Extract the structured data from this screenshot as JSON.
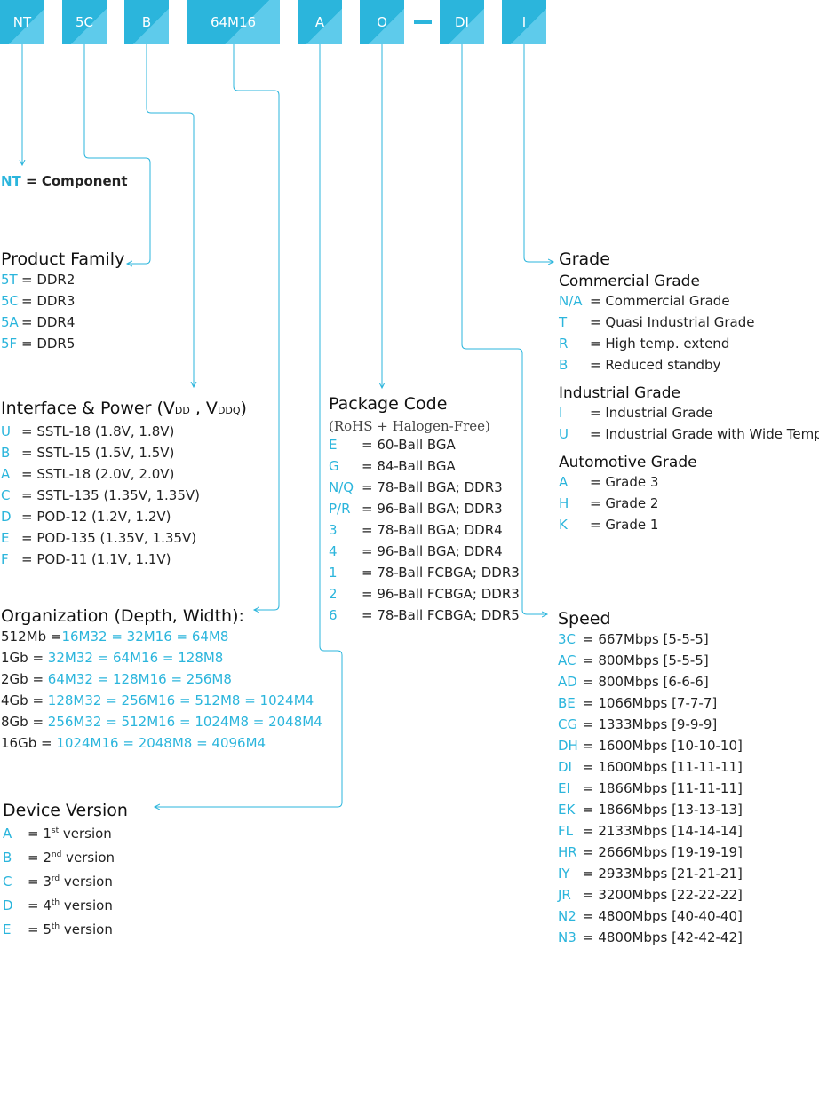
{
  "boxes": [
    {
      "label": "NT"
    },
    {
      "label": "5C"
    },
    {
      "label": "B"
    },
    {
      "label": "64M16"
    },
    {
      "label": "A"
    },
    {
      "label": "O"
    },
    {
      "label": "DI"
    },
    {
      "label": "I"
    }
  ],
  "colors": {
    "accent": "#2bb5dc",
    "accent_light": "#5ecbeb",
    "text": "#222222"
  },
  "component": {
    "code": "NT",
    "desc": "= Component"
  },
  "product_family": {
    "title": "Product Family",
    "items": [
      {
        "code": "5T",
        "desc": "= DDR2"
      },
      {
        "code": "5C",
        "desc": "= DDR3"
      },
      {
        "code": "5A",
        "desc": "= DDR4"
      },
      {
        "code": "5F",
        "desc": "= DDR5"
      }
    ]
  },
  "interface": {
    "title": "Interface & Power (V",
    "sub1": "DD",
    "mid": " , V",
    "sub2": "DDQ",
    "end": ")",
    "items": [
      {
        "code": "U",
        "desc": "= SSTL-18 (1.8V, 1.8V)"
      },
      {
        "code": "B",
        "desc": "= SSTL-15 (1.5V, 1.5V)"
      },
      {
        "code": "A",
        "desc": "= SSTL-18 (2.0V, 2.0V)"
      },
      {
        "code": "C",
        "desc": "= SSTL-135 (1.35V, 1.35V)"
      },
      {
        "code": "D",
        "desc": "= POD-12 (1.2V, 1.2V)"
      },
      {
        "code": "E",
        "desc": "= POD-135 (1.35V, 1.35V)"
      },
      {
        "code": "F",
        "desc": "= POD-11 (1.1V, 1.1V)"
      }
    ]
  },
  "organization": {
    "title": "Organization (Depth, Width):",
    "items": [
      {
        "density": "512Mb =",
        "values": "16M32 = 32M16 = 64M8"
      },
      {
        "density": "1Gb = ",
        "values": "32M32 = 64M16 = 128M8"
      },
      {
        "density": "2Gb = ",
        "values": "64M32 = 128M16 = 256M8"
      },
      {
        "density": "4Gb = ",
        "values": "128M32 = 256M16 = 512M8 = 1024M4"
      },
      {
        "density": "8Gb = ",
        "values": "256M32 = 512M16 = 1024M8 = 2048M4"
      },
      {
        "density": "16Gb = ",
        "values": "1024M16 = 2048M8 = 4096M4"
      }
    ]
  },
  "device_version": {
    "title": "Device Version",
    "items": [
      {
        "code": "A",
        "pre": "= 1",
        "sup": "st",
        "post": " version"
      },
      {
        "code": "B",
        "pre": "= 2",
        "sup": "nd",
        "post": " version"
      },
      {
        "code": "C",
        "pre": "= 3",
        "sup": "rd",
        "post": " version"
      },
      {
        "code": "D",
        "pre": "= 4",
        "sup": "th",
        "post": " version"
      },
      {
        "code": "E",
        "pre": "= 5",
        "sup": "th",
        "post": " version"
      }
    ]
  },
  "package": {
    "title": "Package Code",
    "note": "(RoHS + Halogen-Free)",
    "items": [
      {
        "code": "E",
        "desc": "= 60-Ball BGA"
      },
      {
        "code": "G",
        "desc": "= 84-Ball BGA"
      },
      {
        "code": "N/Q",
        "desc": "= 78-Ball BGA; DDR3"
      },
      {
        "code": "P/R",
        "desc": "= 96-Ball BGA; DDR3"
      },
      {
        "code": "3",
        "desc": "= 78-Ball BGA; DDR4"
      },
      {
        "code": "4",
        "desc": "= 96-Ball BGA; DDR4"
      },
      {
        "code": "1",
        "desc": "= 78-Ball FCBGA; DDR3"
      },
      {
        "code": "2",
        "desc": "= 96-Ball FCBGA; DDR3"
      },
      {
        "code": "6",
        "desc": "= 78-Ball FCBGA; DDR5"
      }
    ]
  },
  "grade": {
    "title": "Grade",
    "commercial": {
      "title": "Commercial Grade",
      "items": [
        {
          "code": "N/A",
          "desc": "= Commercial Grade"
        },
        {
          "code": "T",
          "desc": "= Quasi Industrial Grade"
        },
        {
          "code": "R",
          "desc": "= High temp. extend"
        },
        {
          "code": "B",
          "desc": "= Reduced standby"
        }
      ]
    },
    "industrial": {
      "title": "Industrial Grade",
      "items": [
        {
          "code": "I",
          "desc": "= Industrial Grade"
        },
        {
          "code": "U",
          "desc": "= Industrial Grade with Wide Temp."
        }
      ]
    },
    "automotive": {
      "title": "Automotive Grade",
      "items": [
        {
          "code": "A",
          "desc": "= Grade 3"
        },
        {
          "code": "H",
          "desc": "= Grade 2"
        },
        {
          "code": "K",
          "desc": "= Grade 1"
        }
      ]
    }
  },
  "speed": {
    "title": "Speed",
    "items": [
      {
        "code": "3C",
        "desc": "= 667Mbps [5-5-5]"
      },
      {
        "code": "AC",
        "desc": "= 800Mbps [5-5-5]"
      },
      {
        "code": "AD",
        "desc": "= 800Mbps [6-6-6]"
      },
      {
        "code": "BE",
        "desc": "= 1066Mbps [7-7-7]"
      },
      {
        "code": "CG",
        "desc": "= 1333Mbps [9-9-9]"
      },
      {
        "code": "DH",
        "desc": "= 1600Mbps [10-10-10]"
      },
      {
        "code": "DI",
        "desc": "= 1600Mbps [11-11-11]"
      },
      {
        "code": "EI",
        "desc": "= 1866Mbps [11-11-11]"
      },
      {
        "code": "EK",
        "desc": "= 1866Mbps [13-13-13]"
      },
      {
        "code": "FL",
        "desc": "= 2133Mbps [14-14-14]"
      },
      {
        "code": "HR",
        "desc": "= 2666Mbps [19-19-19]"
      },
      {
        "code": "IY",
        "desc": "= 2933Mbps [21-21-21]"
      },
      {
        "code": "JR",
        "desc": "= 3200Mbps [22-22-22]"
      },
      {
        "code": "N2",
        "desc": "= 4800Mbps [40-40-40]"
      },
      {
        "code": "N3",
        "desc": "= 4800Mbps [42-42-42]"
      }
    ]
  }
}
